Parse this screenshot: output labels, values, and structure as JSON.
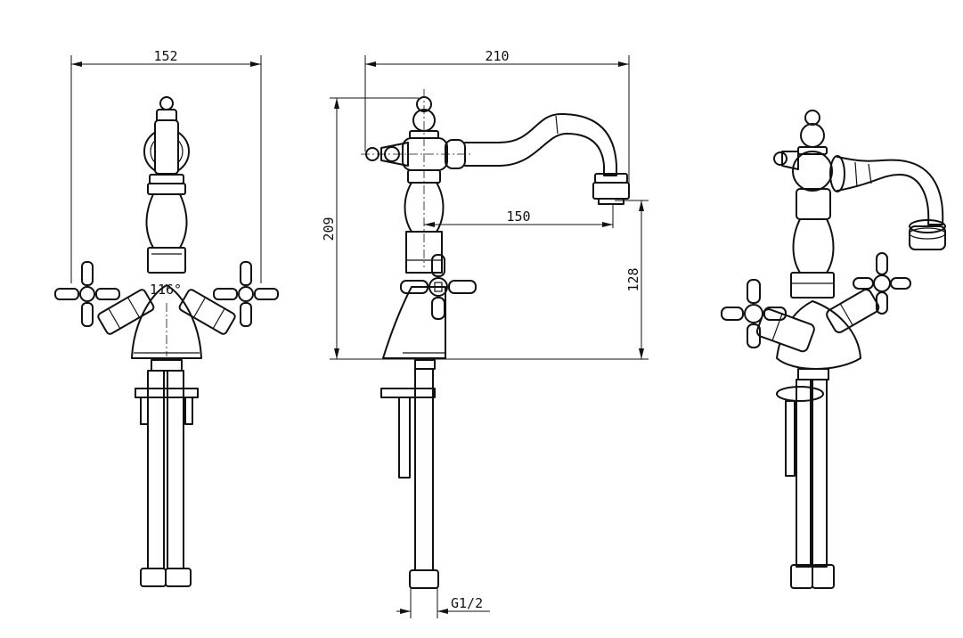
{
  "dimensions": {
    "front_width": "152",
    "handle_angle": "116°",
    "side_length": "210",
    "side_height": "209",
    "spout_reach": "150",
    "spout_height": "128",
    "thread": "G1/2"
  }
}
